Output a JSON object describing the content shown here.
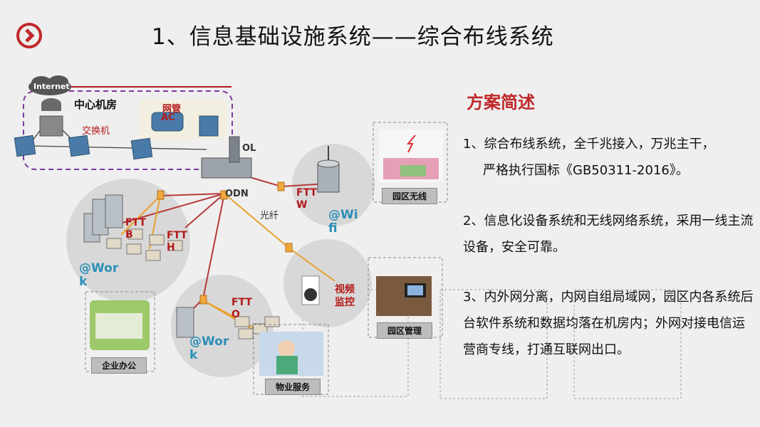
{
  "title": "1、信息基础设施系统——综合布线系统",
  "heading": "方案简述",
  "paragraphs": {
    "p1_line1": "1、综合布线系统，全千兆接入，万兆主干，",
    "p1_line2": "严格执行国标《GB50311-2016》。",
    "p2": "2、信息化设备系统和无线网络系统，采用一线主流设备，安全可靠。",
    "p3": "3、内外网分离，内网自组局域网，园区内各系统后台软件系统和数据均落在机房内；外网对接电信运营商专线，打通互联网出口。"
  },
  "diagram": {
    "internet": "Internet",
    "center_room": "中心机房",
    "switch": "交换机",
    "nms": "网管",
    "ac": "AC",
    "olt": "OL",
    "odn": "ODN",
    "fiber": "光纤",
    "ftth_w": "FTT\nW",
    "fttb": "FTT\nB",
    "ftth_h": "FTT\nH",
    "ftto": "FTT\nO",
    "wifi": "@Wi\nfi",
    "work1": "@Wor\nk",
    "work2": "@Wor\nk",
    "video": "视频\n监控",
    "tags": {
      "campus_wireless": "园区无线",
      "campus_mgmt": "园区管理",
      "enterprise_office": "企业办公",
      "property_service": "物业服务"
    }
  },
  "colors": {
    "accent_red": "#c0282a",
    "wifi_blue": "#2b8fb6",
    "fiber_orange": "#e8a12e",
    "link_red": "#b63a3a",
    "dash_purple": "#7a3a9a"
  }
}
